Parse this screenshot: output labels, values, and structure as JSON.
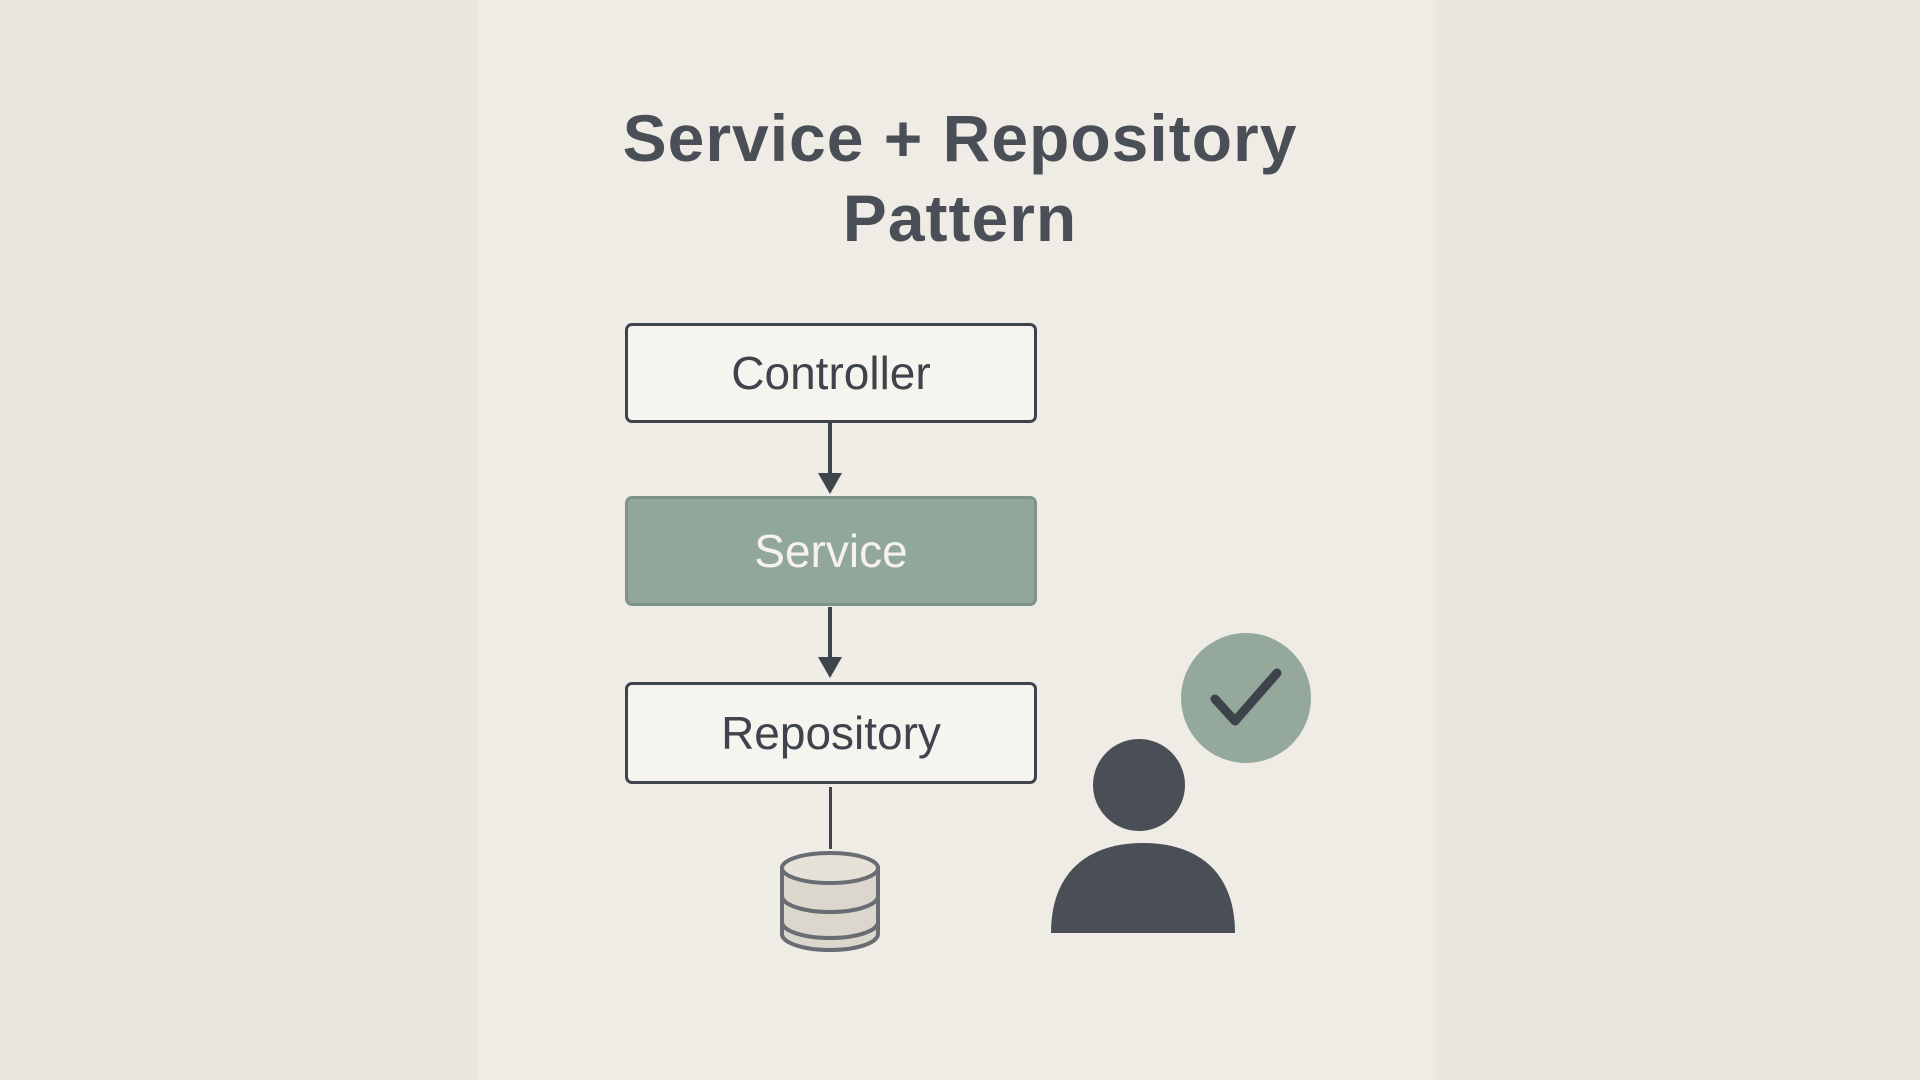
{
  "title": {
    "line1": "Service + Repository",
    "line2": "Pattern"
  },
  "flow": {
    "nodes": [
      {
        "label": "Controller",
        "style": "light"
      },
      {
        "label": "Service",
        "style": "accent"
      },
      {
        "label": "Repository",
        "style": "light"
      }
    ],
    "connections": [
      "controller-to-service-arrow",
      "service-to-repository-arrow",
      "repository-to-database-line"
    ]
  },
  "icons": {
    "database": "database-icon",
    "person": "person-icon",
    "checkmark": "checkmark-icon"
  },
  "colors": {
    "background": "#ece9e2",
    "panel_background": "#efece5",
    "box_background": "#f6f4ee",
    "box_border": "#3e444b",
    "accent_fill": "#92a79b",
    "accent_border": "#7f9488",
    "accent_text": "#f4f2e9",
    "text_dark": "#4a4f57",
    "arrow": "#3e444b",
    "database_fill": "#dbd7cc",
    "database_top_fill": "#e6e2d7",
    "database_stroke": "#696c72",
    "person_fill": "#4a4f57",
    "check_circle_fill": "#95a89c",
    "check_stroke": "#3d434a"
  }
}
